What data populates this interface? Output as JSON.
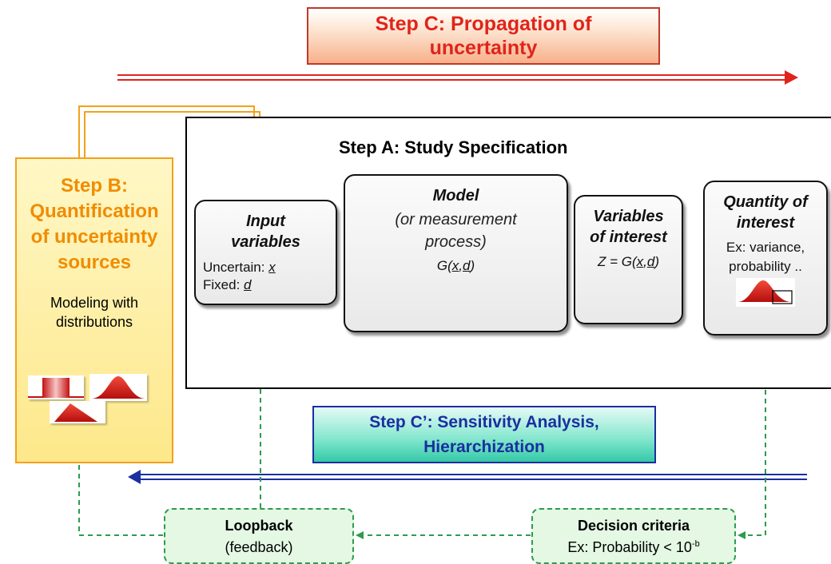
{
  "step_c": {
    "line1": "Step C: Propagation of",
    "line2": "uncertainty"
  },
  "step_a": {
    "title": "Step A: Study Specification"
  },
  "input_variables": {
    "title1": "Input",
    "title2": "variables",
    "uncertain_label": "Uncertain: ",
    "uncertain_var": "x",
    "fixed_label": "Fixed: ",
    "fixed_var": "d"
  },
  "model": {
    "title": "Model",
    "sub1": "(or measurement",
    "sub2": "process)",
    "formula_prefix": "G(",
    "formula_x": "x",
    "formula_sep": ",",
    "formula_d": "d",
    "formula_suffix": ")"
  },
  "variables_of_interest": {
    "title1": "Variables",
    "title2": "of interest",
    "formula_prefix": "Z = G(",
    "formula_x": "x",
    "formula_sep": ",",
    "formula_d": "d",
    "formula_suffix": ")"
  },
  "quantity_of_interest": {
    "title1": "Quantity of",
    "title2": "interest",
    "text1": "Ex: variance,",
    "text2": "probability .."
  },
  "step_b": {
    "title1": "Step B:",
    "title2": "Quantification",
    "title3": "of uncertainty",
    "title4": "sources",
    "text1": "Modeling with",
    "text2": "distributions"
  },
  "step_c_prime": {
    "line1": "Step C’: Sensitivity Analysis,",
    "line2": "Hierarchization"
  },
  "loopback": {
    "title": "Loopback",
    "sub": "(feedback)"
  },
  "decision": {
    "title": "Decision criteria",
    "sub_prefix": "Ex: Probability < 10",
    "sub_sup": "-b"
  },
  "colors": {
    "red": "#e0241b",
    "orange": "#f2a11c",
    "blue": "#1a2fa0",
    "green": "#2e9b4e"
  }
}
